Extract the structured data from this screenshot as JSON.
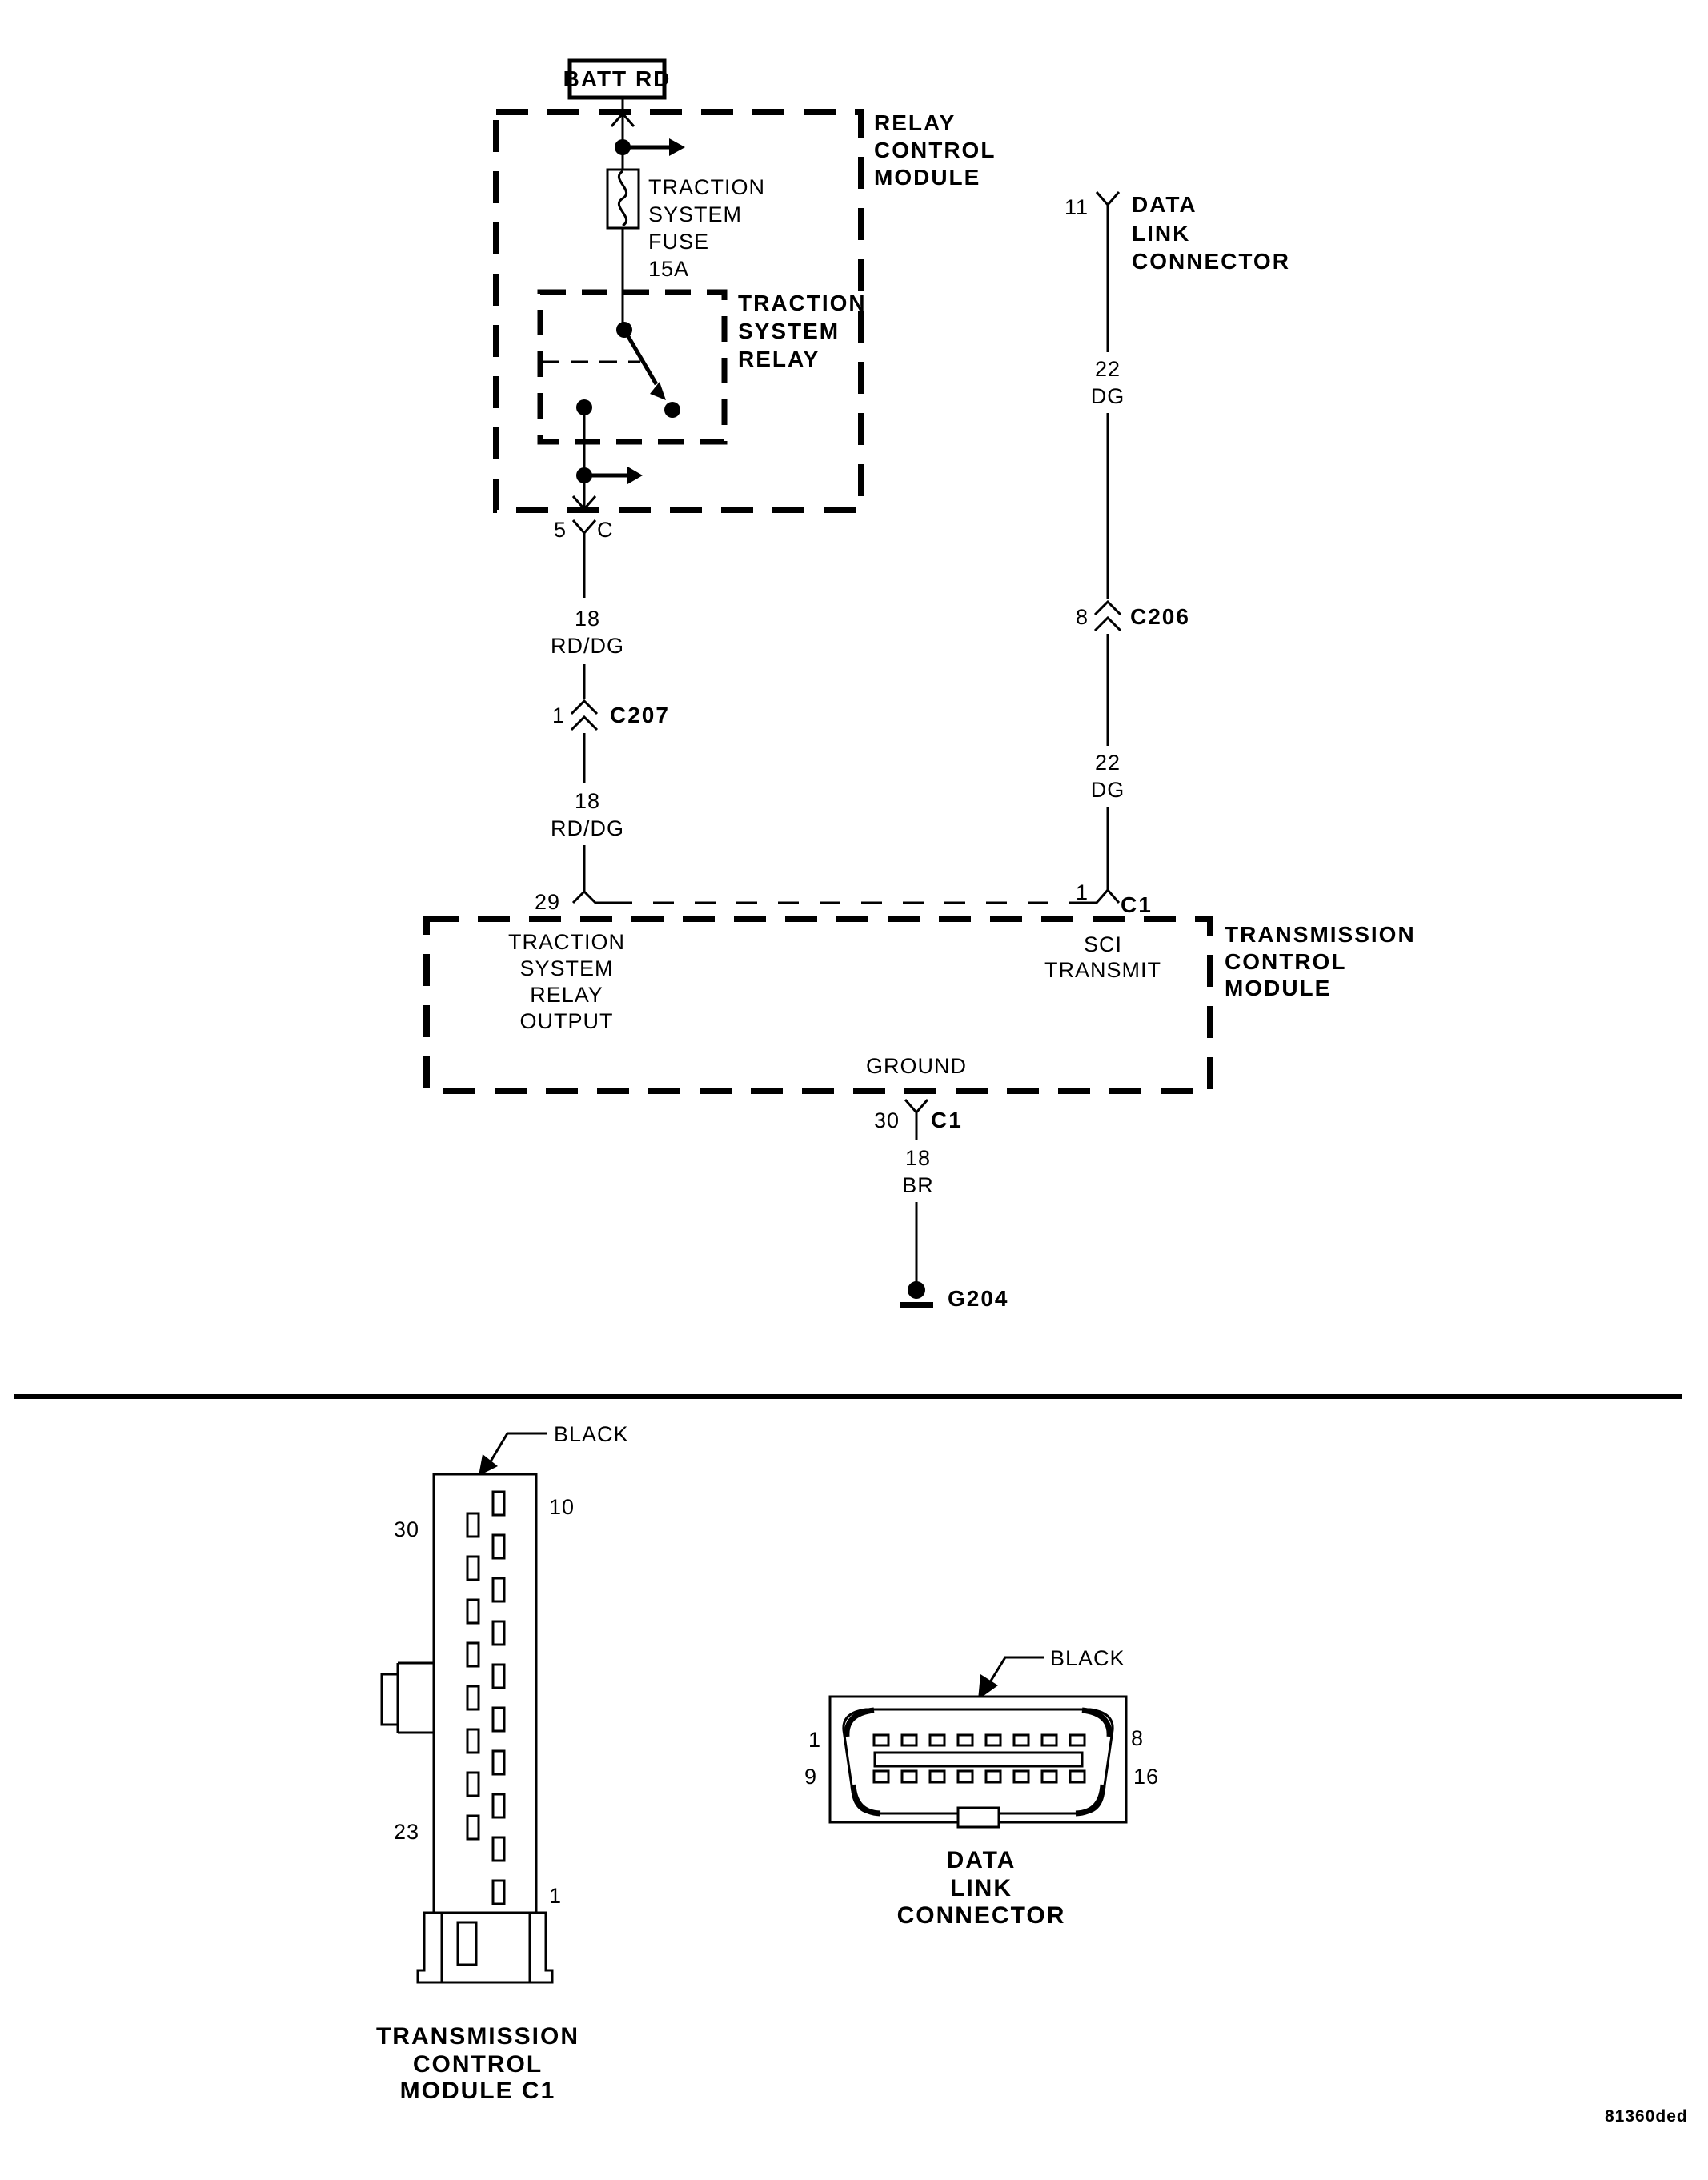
{
  "colors": {
    "ink": "#000000",
    "paper": "#ffffff"
  },
  "schematic": {
    "power_feed": {
      "label": "BATT RD"
    },
    "relay_control_module": {
      "name_lines": [
        "RELAY",
        "CONTROL",
        "MODULE"
      ]
    },
    "fuse": {
      "name_lines": [
        "TRACTION",
        "SYSTEM",
        "FUSE",
        "15A"
      ]
    },
    "relay": {
      "name_lines": [
        "TRACTION",
        "SYSTEM",
        "RELAY"
      ]
    },
    "relay_output_pin": {
      "pin": "5",
      "cavity": "C"
    },
    "left_wire": {
      "upper": {
        "gauge": "18",
        "color": "RD/DG"
      },
      "splice": {
        "pin": "1",
        "name": "C207"
      },
      "lower": {
        "gauge": "18",
        "color": "RD/DG"
      }
    },
    "data_link_connector": {
      "pin": "11",
      "name_lines": [
        "DATA",
        "LINK",
        "CONNECTOR"
      ]
    },
    "right_wire": {
      "upper": {
        "gauge": "22",
        "color": "DG"
      },
      "splice": {
        "pin": "8",
        "name": "C206"
      },
      "lower": {
        "gauge": "22",
        "color": "DG"
      }
    },
    "transmission_control_module": {
      "name_lines": [
        "TRANSMISSION",
        "CONTROL",
        "MODULE"
      ],
      "relay_output": {
        "pin": "29",
        "label_lines": [
          "TRACTION",
          "SYSTEM",
          "RELAY",
          "OUTPUT"
        ]
      },
      "sci_transmit": {
        "pin": "1",
        "connector": "C1",
        "label_lines": [
          "SCI",
          "TRANSMIT"
        ]
      },
      "ground": {
        "pin": "30",
        "connector": "C1",
        "label": "GROUND"
      }
    },
    "ground_wire": {
      "gauge": "18",
      "color": "BR",
      "ground_name": "G204"
    }
  },
  "connector_views": {
    "tcm_c1": {
      "color_label": "BLACK",
      "pin_labels": {
        "top_left": "30",
        "top_right": "10",
        "bottom_left": "23",
        "bottom_right": "1"
      },
      "caption_lines": [
        "TRANSMISSION",
        "CONTROL",
        "MODULE C1"
      ]
    },
    "dlc": {
      "color_label": "BLACK",
      "pin_labels": {
        "top_left": "1",
        "top_right": "8",
        "bottom_left": "9",
        "bottom_right": "16"
      },
      "caption_lines": [
        "DATA",
        "LINK",
        "CONNECTOR"
      ]
    }
  },
  "footer": {
    "figure_code": "81360ded"
  }
}
